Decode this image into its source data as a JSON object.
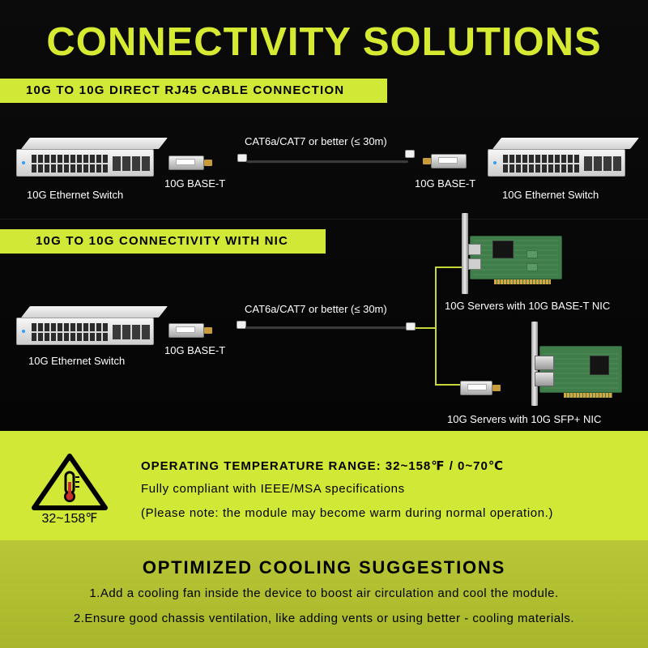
{
  "title": "CONNECTIVITY SOLUTIONS",
  "section1": {
    "banner": "10G TO 10G DIRECT RJ45 CABLE CONNECTION",
    "cable_label": "CAT6a/CAT7 or better (≤ 30m)",
    "left_switch_label": "10G Ethernet Switch",
    "left_module_label": "10G BASE-T",
    "right_module_label": "10G BASE-T",
    "right_switch_label": "10G Ethernet Switch"
  },
  "section2": {
    "banner": "10G TO 10G CONNECTIVITY WITH NIC",
    "cable_label": "CAT6a/CAT7 or better (≤ 30m)",
    "switch_label": "10G Ethernet Switch",
    "module_label": "10G BASE-T",
    "nic1_label": "10G Servers with 10G BASE-T NIC",
    "nic2_label": "10G Servers with 10G SFP+ NIC"
  },
  "temperature": {
    "icon_label": "32~158℉",
    "heading": "OPERATING TEMPERATURE RANGE: 32~158℉ / 0~70℃",
    "line1": "Fully compliant with IEEE/MSA specifications",
    "line2": "(Please note: the module may become warm during normal operation.)"
  },
  "cooling": {
    "title": "OPTIMIZED COOLING SUGGESTIONS",
    "item1": "1.Add a cooling fan inside the device to boost air circulation and cool the module.",
    "item2": "2.Ensure good chassis ventilation, like adding vents or using better - cooling materials."
  },
  "colors": {
    "accent": "#d2e837",
    "accent_dark": "#a8b72a",
    "background": "#000000"
  },
  "icons": [
    "thermometer-warning-icon"
  ]
}
